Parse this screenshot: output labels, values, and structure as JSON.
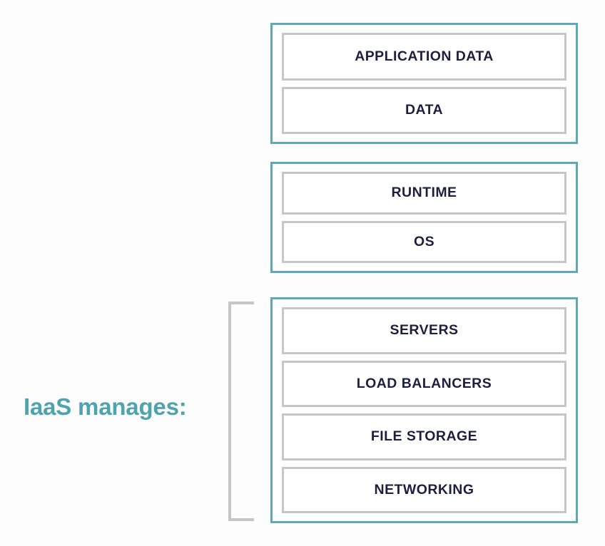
{
  "diagram": {
    "type": "layered-stack",
    "title": "IaaS responsibility stack",
    "colors": {
      "group_border": "#5fa8b8",
      "layer_border": "#c6c6c6",
      "layer_text": "#1d1f3e",
      "caption_text": "#4fa3ac",
      "bracket": "#c6c6c6",
      "background": "#fdfdfd"
    },
    "caption": {
      "label": "IaaS manages:"
    },
    "groups": [
      {
        "name": "data-group",
        "layers": [
          {
            "label": "APPLICATION DATA"
          },
          {
            "label": "DATA"
          }
        ]
      },
      {
        "name": "platform-group",
        "layers": [
          {
            "label": "RUNTIME"
          },
          {
            "label": "OS"
          }
        ]
      },
      {
        "name": "infrastructure-group",
        "bracketed": true,
        "layers": [
          {
            "label": "SERVERS"
          },
          {
            "label": "LOAD BALANCERS"
          },
          {
            "label": "FILE STORAGE"
          },
          {
            "label": "NETWORKING"
          }
        ]
      }
    ]
  }
}
